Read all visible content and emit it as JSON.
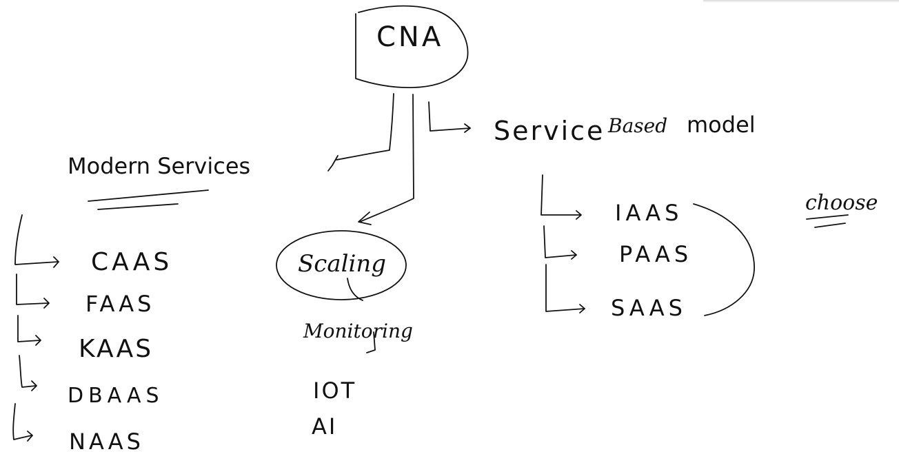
{
  "canvas": {
    "ink_color": "#111111",
    "background": "#ffffff"
  },
  "root": {
    "label": "CNA"
  },
  "service_model": {
    "words": [
      "Service",
      "Based",
      "model"
    ],
    "items": [
      "IAAS",
      "PAAS",
      "SAAS"
    ],
    "note": "choose"
  },
  "modern_services": {
    "title": "Modern Services",
    "items": [
      "CAAS",
      "FAAS",
      "KAAS",
      "DBAAS",
      "NAAS"
    ]
  },
  "scaling": {
    "label": "Scaling",
    "sub_items": [
      "Monitoring",
      "IOT",
      "AI"
    ]
  }
}
